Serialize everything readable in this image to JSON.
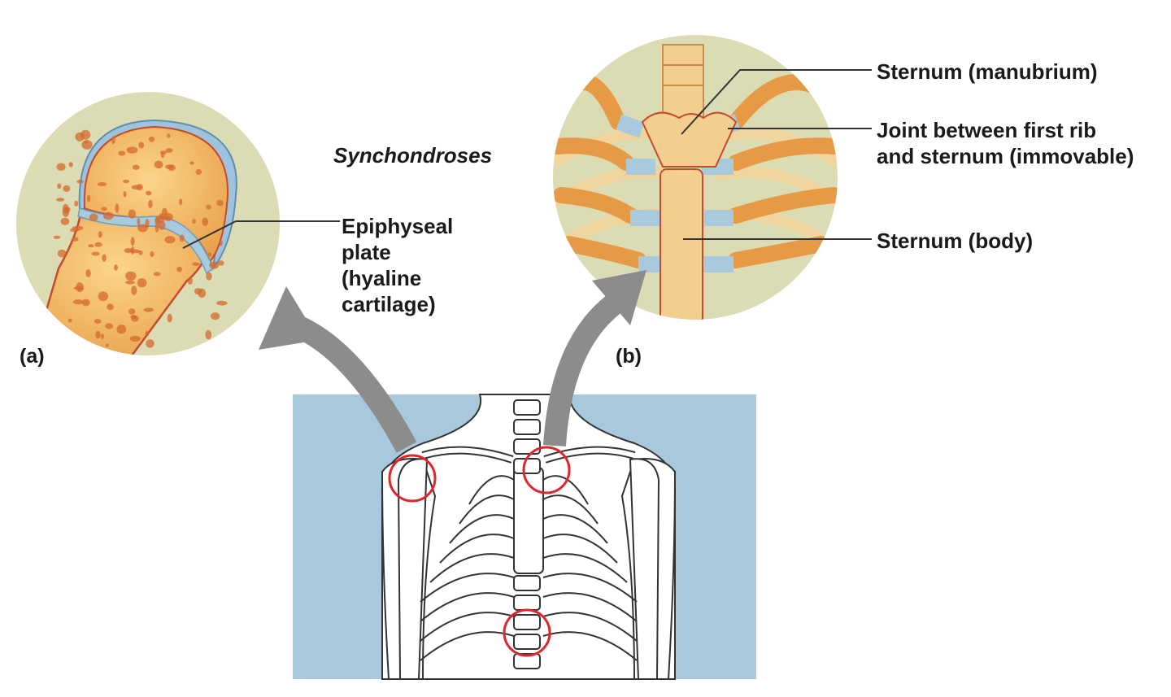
{
  "title": "Synchondroses",
  "panels": {
    "a": {
      "letter": "(a)",
      "label_lines": [
        "Epiphyseal",
        "plate",
        "(hyaline",
        "cartilage)"
      ]
    },
    "b": {
      "letter": "(b)",
      "labels": {
        "manubrium": "Sternum (manubrium)",
        "joint_line1": "Joint between first rib",
        "joint_line2": "and sternum (immovable)",
        "body": "Sternum (body)"
      }
    }
  },
  "colors": {
    "inset_background": "#dcdcb4",
    "bone": "#f0b25a",
    "cartilage": "#a9c9dd",
    "torso_panel": "#a8c8dc",
    "arrow": "#8c8c8c",
    "highlight_circle": "#e0262b"
  }
}
